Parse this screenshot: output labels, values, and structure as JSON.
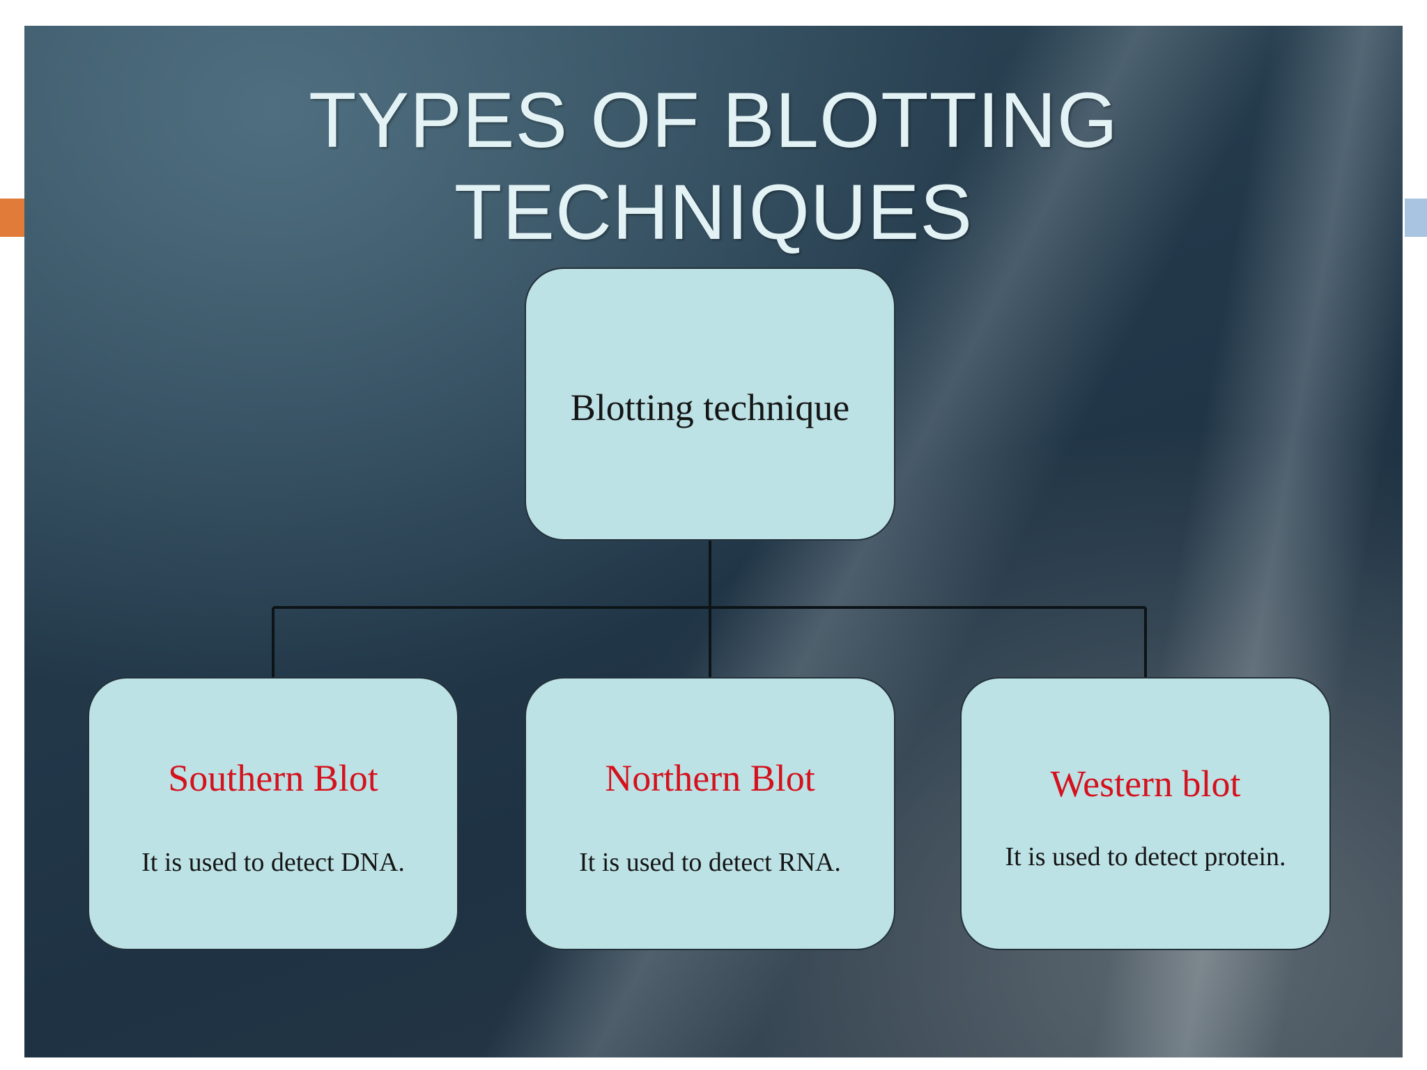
{
  "title": {
    "line1": "TYPES OF BLOTTING",
    "line2": "TECHNIQUES"
  },
  "root": {
    "label": "Blotting technique"
  },
  "children": [
    {
      "title": "Southern Blot",
      "description": "It is used to detect DNA."
    },
    {
      "title": "Northern Blot",
      "description": "It is used to detect RNA."
    },
    {
      "title": "Western blot",
      "description": "It is used to detect protein."
    }
  ],
  "colors": {
    "title_text": "#e3f3f5",
    "box_fill": "#bde2e6",
    "child_title": "#d4111c",
    "body_text": "#151515",
    "connector": "#0d1418",
    "accent_left": "#e07b39",
    "accent_right": "#a9c4e0"
  }
}
